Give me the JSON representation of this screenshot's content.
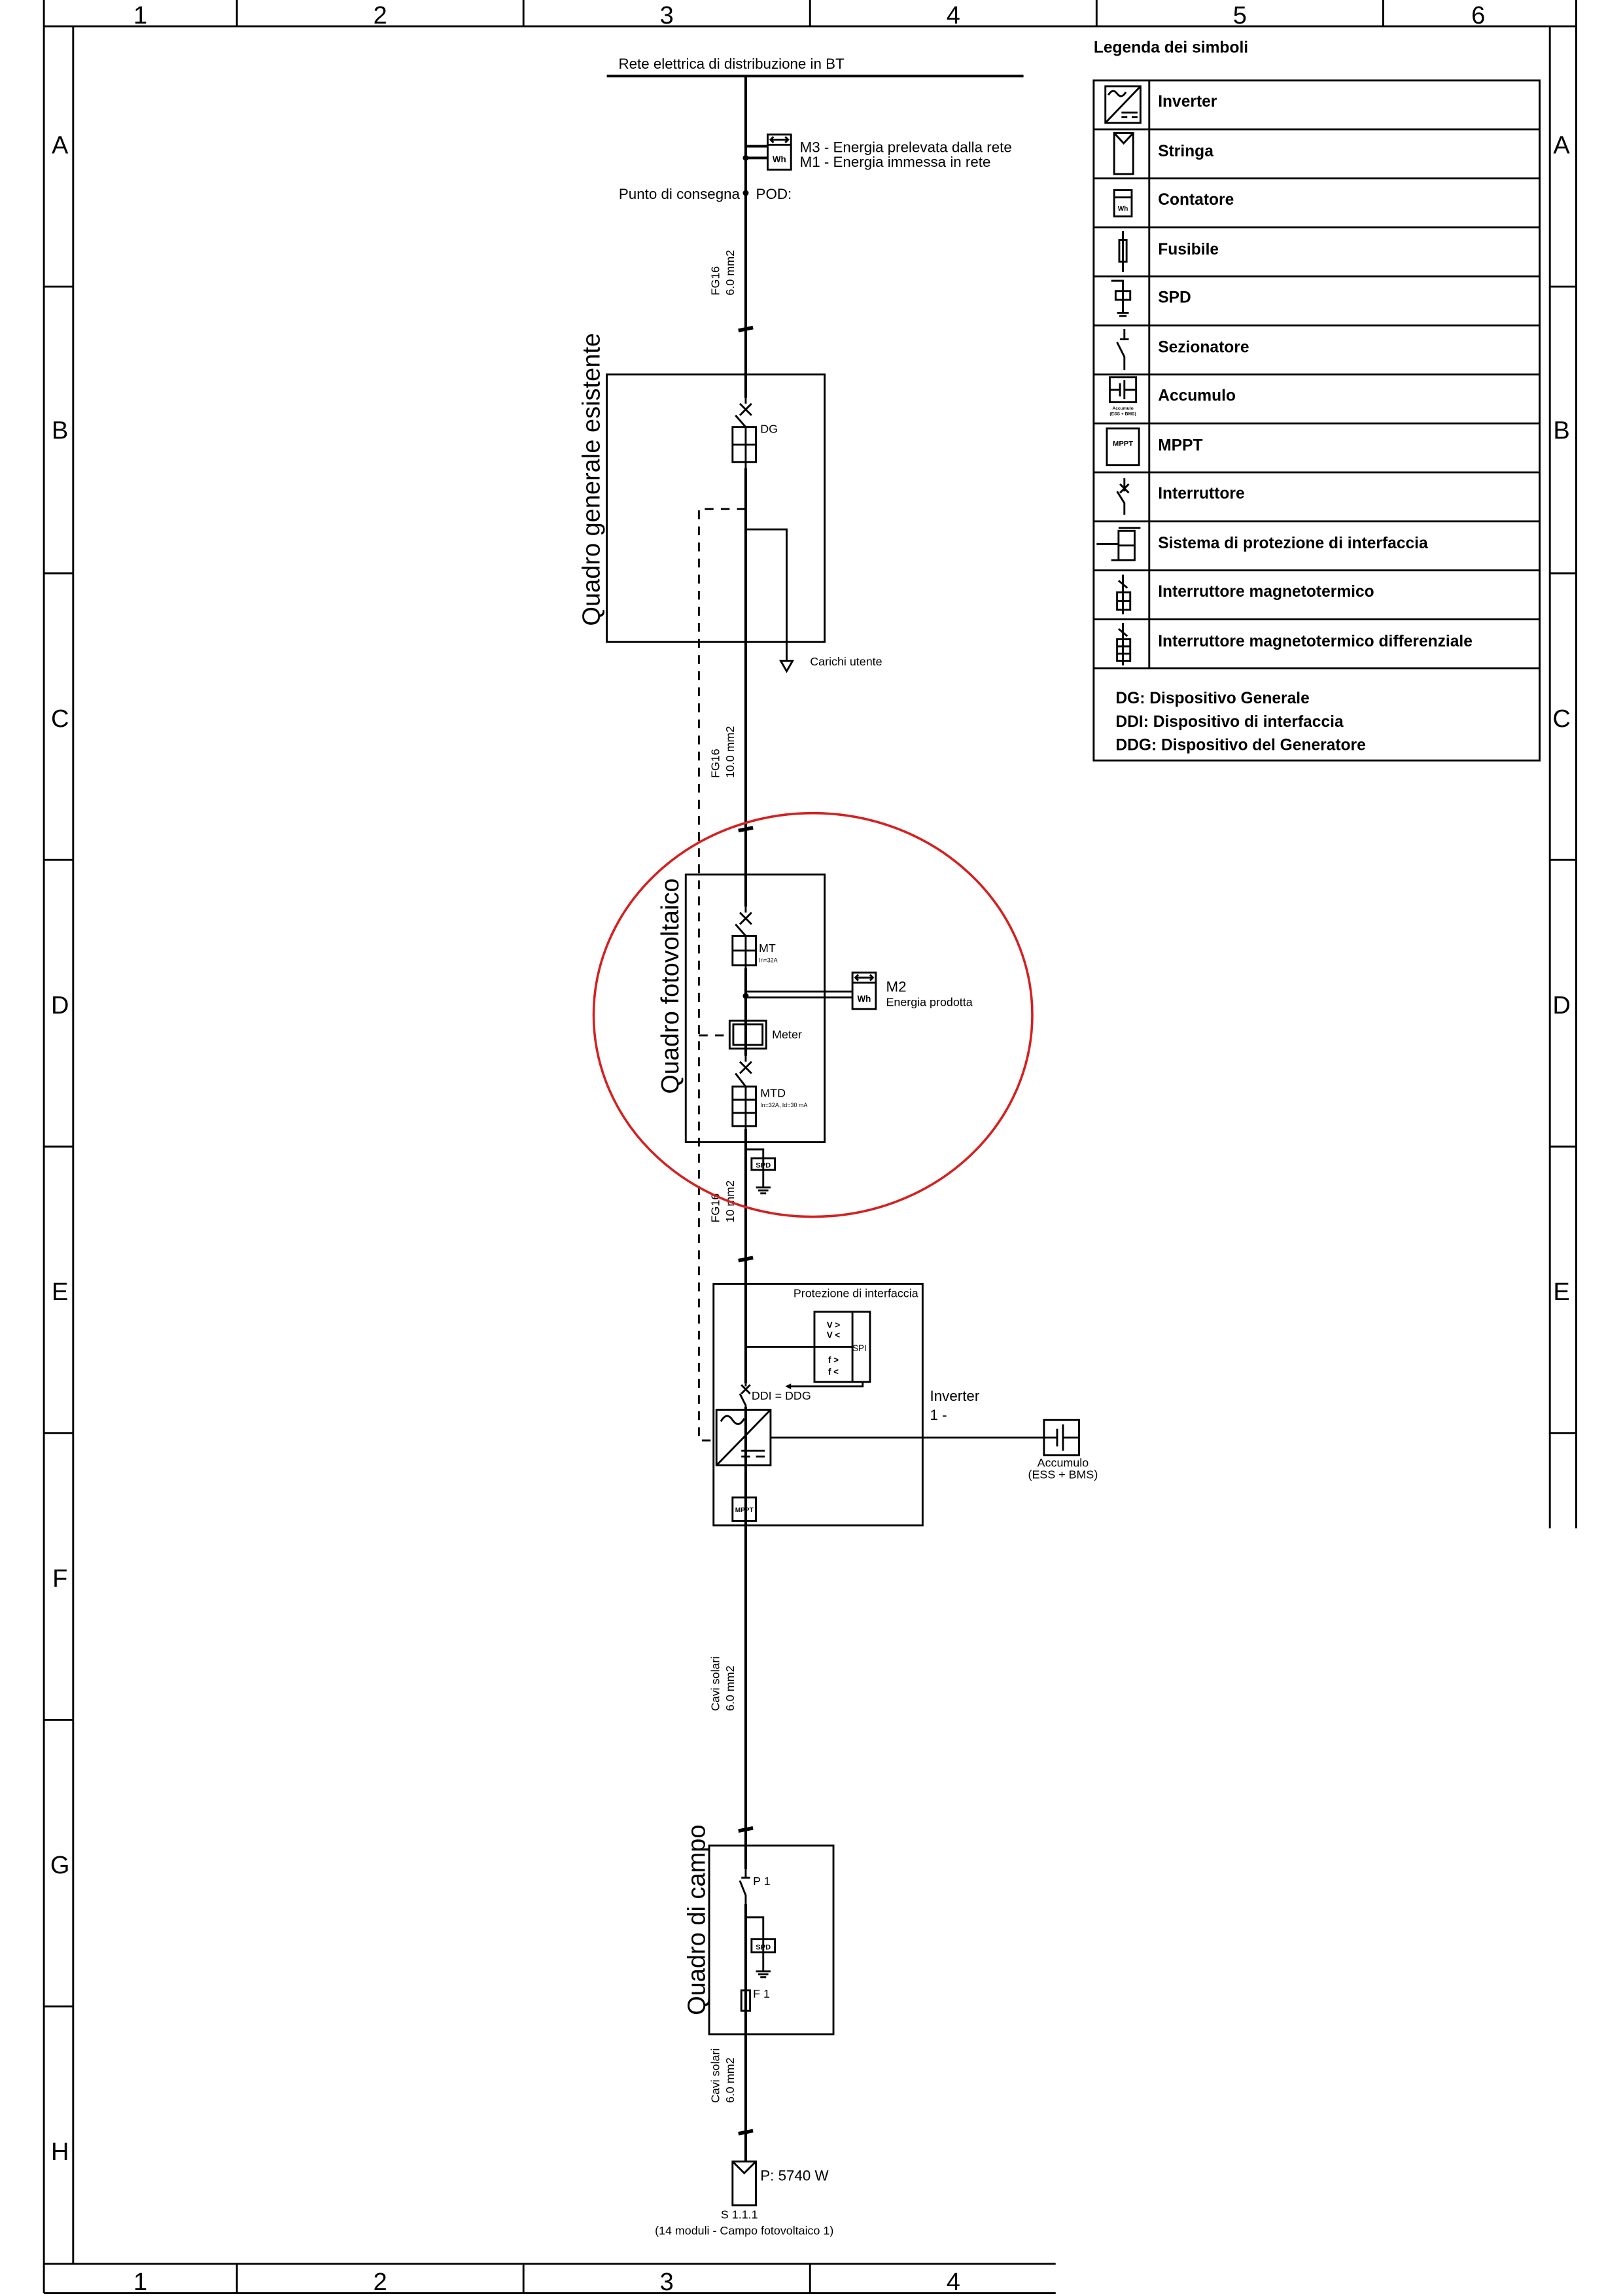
{
  "ruler": {
    "columns": [
      "1",
      "2",
      "3",
      "4",
      "5",
      "6"
    ],
    "rows": [
      "A",
      "B",
      "C",
      "D",
      "E",
      "F",
      "G",
      "H"
    ]
  },
  "grid": {
    "title": "Rete elettrica di distribuzione in BT",
    "meter_m3": "M3 - Energia prelevata dalla rete",
    "meter_m1": "M1 - Energia immessa in rete",
    "delivery_point": "Punto di consegna",
    "pod": "POD:",
    "wh": "Wh"
  },
  "cables": [
    {
      "type": "FG16",
      "section": "6.0 mm2"
    },
    {
      "type": "FG16",
      "section": "10.0 mm2"
    },
    {
      "type": "FG16",
      "section": "10 mm2"
    },
    {
      "type": "Cavi solari",
      "section": "6.0 mm2"
    },
    {
      "type": "Cavi solari",
      "section": "6.0 mm2"
    }
  ],
  "quadro_generale": {
    "label": "Quadro generale esistente",
    "dg": "DG",
    "loads": "Carichi utente"
  },
  "quadro_fv": {
    "label": "Quadro fotovoltaico",
    "mt": "MT",
    "mt_spec": "In=32A",
    "m2": "M2",
    "m2_desc": "Energia prodotta",
    "meter": "Meter",
    "mtd": "MTD",
    "mtd_spec": "In=32A, Id=30 mA",
    "spd": "SPD"
  },
  "protezione": {
    "label": "Protezione di interfaccia",
    "v_over": "V >",
    "v_under": "V <",
    "f_over": "f >",
    "f_under": "f <",
    "spi": "SPI",
    "ddi": "DDI = DDG",
    "inverter": "Inverter",
    "inverter_num": "1 -",
    "mppt": "MPPT",
    "storage": "Accumulo",
    "storage_sub": "(ESS + BMS)"
  },
  "quadro_campo": {
    "label": "Quadro di campo",
    "p1": "P 1",
    "spd": "SPD",
    "f1": "F 1"
  },
  "string": {
    "power": "P: 5740 W",
    "id": "S  1.1.1",
    "desc": "(14 moduli - Campo fotovoltaico 1)"
  },
  "legend": {
    "title": "Legenda dei simboli",
    "items": [
      "Inverter",
      "Stringa",
      "Contatore",
      "Fusibile",
      "SPD",
      "Sezionatore",
      "Accumulo",
      "MPPT",
      "Interruttore",
      "Sistema di protezione di interfaccia",
      "Interruttore magnetotermico",
      "Interruttore magnetotermico differenziale"
    ],
    "notes": [
      "DG: Dispositivo Generale",
      "DDI: Dispositivo di interfaccia",
      "DDG: Dispositivo del Generatore"
    ]
  },
  "colors": {
    "highlight": "#d42020"
  }
}
